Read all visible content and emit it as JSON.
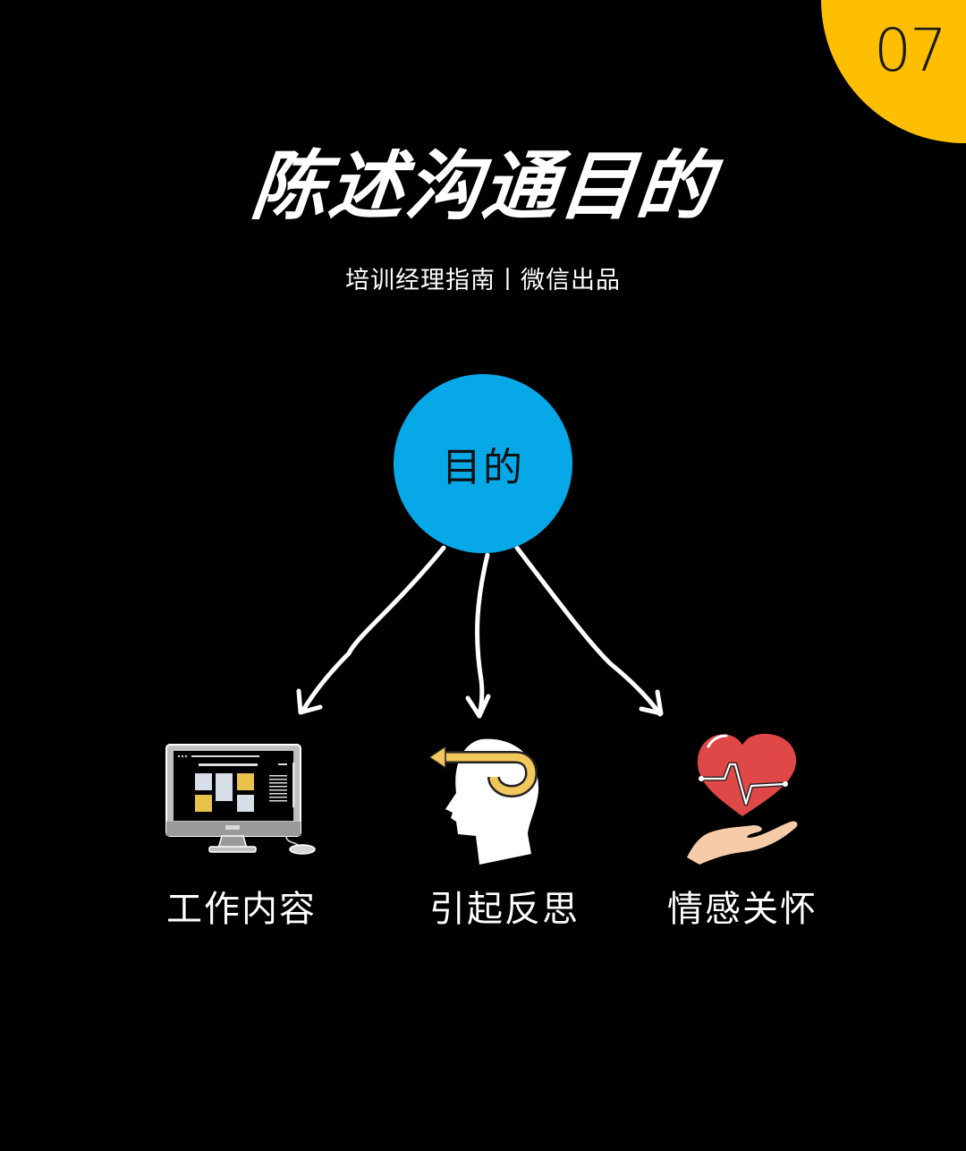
{
  "page": {
    "number": "07",
    "title": "陈述沟通目的",
    "subtitle": "培训经理指南丨微信出品"
  },
  "diagram": {
    "hub": {
      "label": "目的",
      "color": "#06A8E8"
    },
    "branches": [
      {
        "label": "工作内容",
        "icon": "computer-monitor-icon"
      },
      {
        "label": "引起反思",
        "icon": "head-reflection-icon"
      },
      {
        "label": "情感关怀",
        "icon": "heart-in-hand-icon"
      }
    ]
  },
  "colors": {
    "background": "#000000",
    "accent_yellow": "#FDBF00",
    "hub_blue": "#06A8E8",
    "heart_red": "#E04848",
    "icon_yellow": "#F2C75C"
  }
}
